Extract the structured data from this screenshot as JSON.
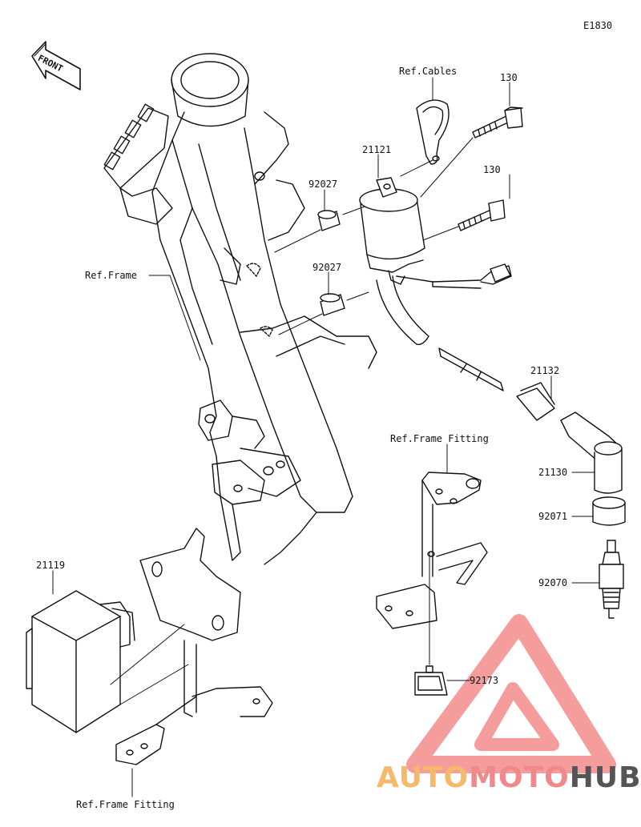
{
  "diagram": {
    "code": "E1830",
    "front_label": "FRONT",
    "labels": {
      "ref_cables": "Ref.Cables",
      "bolt_130_a": "130",
      "bolt_130_b": "130",
      "coil_21121": "21121",
      "collar_92027_a": "92027",
      "collar_92027_b": "92027",
      "ref_frame": "Ref.Frame",
      "cap_21132": "21132",
      "ref_frame_fitting_a": "Ref.Frame Fitting",
      "cap_21130": "21130",
      "seal_92071": "92071",
      "plug_92070": "92070",
      "unit_21119": "21119",
      "nut_92173": "92173",
      "ref_frame_fitting_b": "Ref.Frame Fitting"
    }
  },
  "watermark": {
    "part1": "AUTO",
    "part2": "MOTO",
    "part3": "HUB",
    "colors": {
      "auto": "#f6b96b",
      "moto": "#f08a8a",
      "hub": "#555555",
      "triangle": "#f27c7c"
    }
  }
}
